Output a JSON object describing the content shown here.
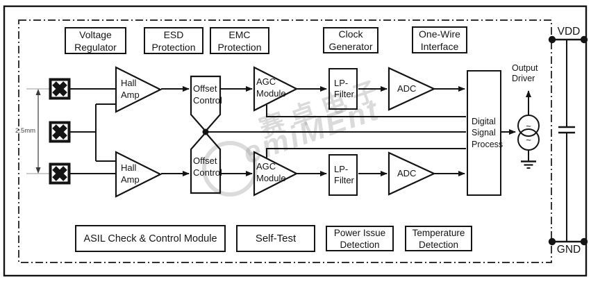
{
  "watermark": {
    "cn": "赛卓电子",
    "latin": "emiMEnt"
  },
  "dimension": {
    "label": "2.5mm"
  },
  "power_pins": {
    "vdd": "VDD",
    "gnd": "GND",
    "ac_symbol": "~"
  },
  "top_row": [
    {
      "label": "Voltage\nRegulator"
    },
    {
      "label": "ESD\nProtection"
    },
    {
      "label": "EMC\nProtection"
    },
    {
      "label": "Clock\nGenerator"
    },
    {
      "label": "One-Wire\nInterface"
    }
  ],
  "chain": {
    "hall_amp_top": "Hall\nAmp",
    "hall_amp_bottom": "Hall\nAmp",
    "offset_top": "Offset\nControl",
    "offset_bottom": "Offset\nControl",
    "agc_top": "AGC\nModule",
    "agc_bottom": "AGC\nModule",
    "lp_top": "LP-\nFilter",
    "lp_bottom": "LP-\nFilter",
    "adc_top": "ADC",
    "adc_bottom": "ADC",
    "dsp": "Digital\nSignal\nProcess",
    "output_driver": "Output\nDriver"
  },
  "bottom_row": [
    {
      "label": "ASIL Check & Control Module"
    },
    {
      "label": "Self-Test"
    },
    {
      "label": "Power Issue\nDetection"
    },
    {
      "label": "Temperature\nDetection"
    }
  ]
}
